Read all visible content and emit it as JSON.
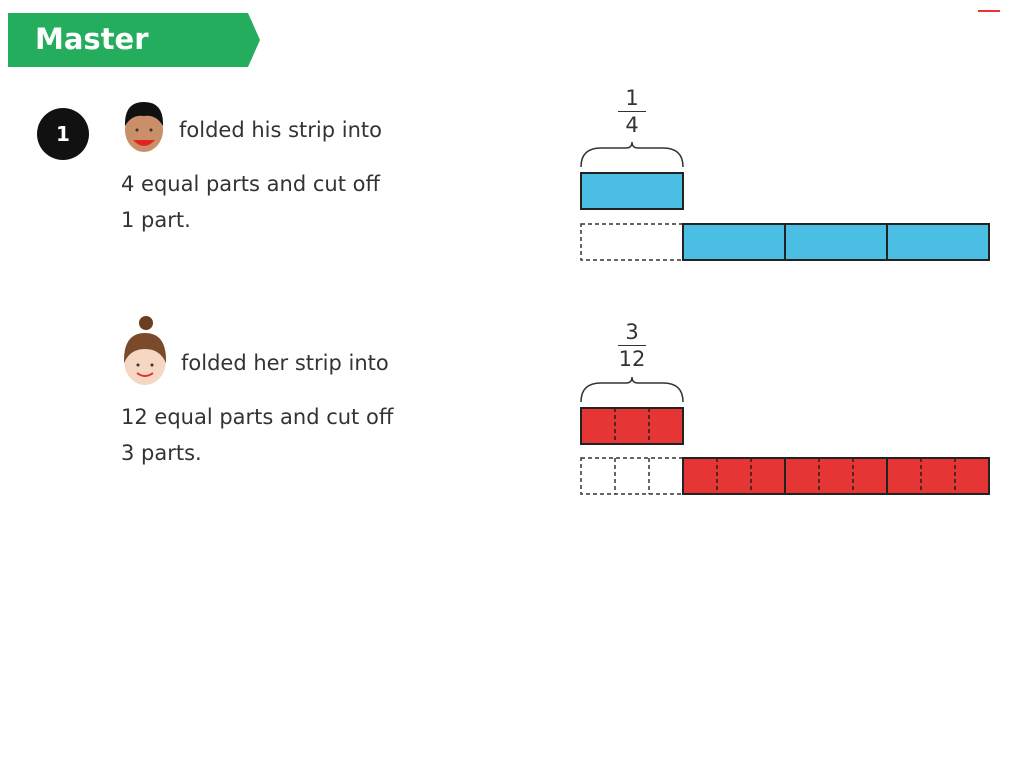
{
  "banner": {
    "label": "Master"
  },
  "question": {
    "number": "1"
  },
  "boy": {
    "line1": "folded his strip into",
    "line2": "4 equal parts and cut off",
    "line3": "1 part."
  },
  "girl": {
    "line1": "folded her strip into",
    "line2": "12 equal parts and cut off",
    "line3": "3 parts."
  },
  "strips": [
    {
      "numerator": "1",
      "denominator": "4",
      "parts": 4,
      "subdivisions": 1,
      "cut_parts": 1,
      "color": "#4bbfe3"
    },
    {
      "numerator": "3",
      "denominator": "12",
      "parts": 4,
      "subdivisions": 3,
      "cut_parts": 3,
      "color": "#e63535"
    }
  ]
}
